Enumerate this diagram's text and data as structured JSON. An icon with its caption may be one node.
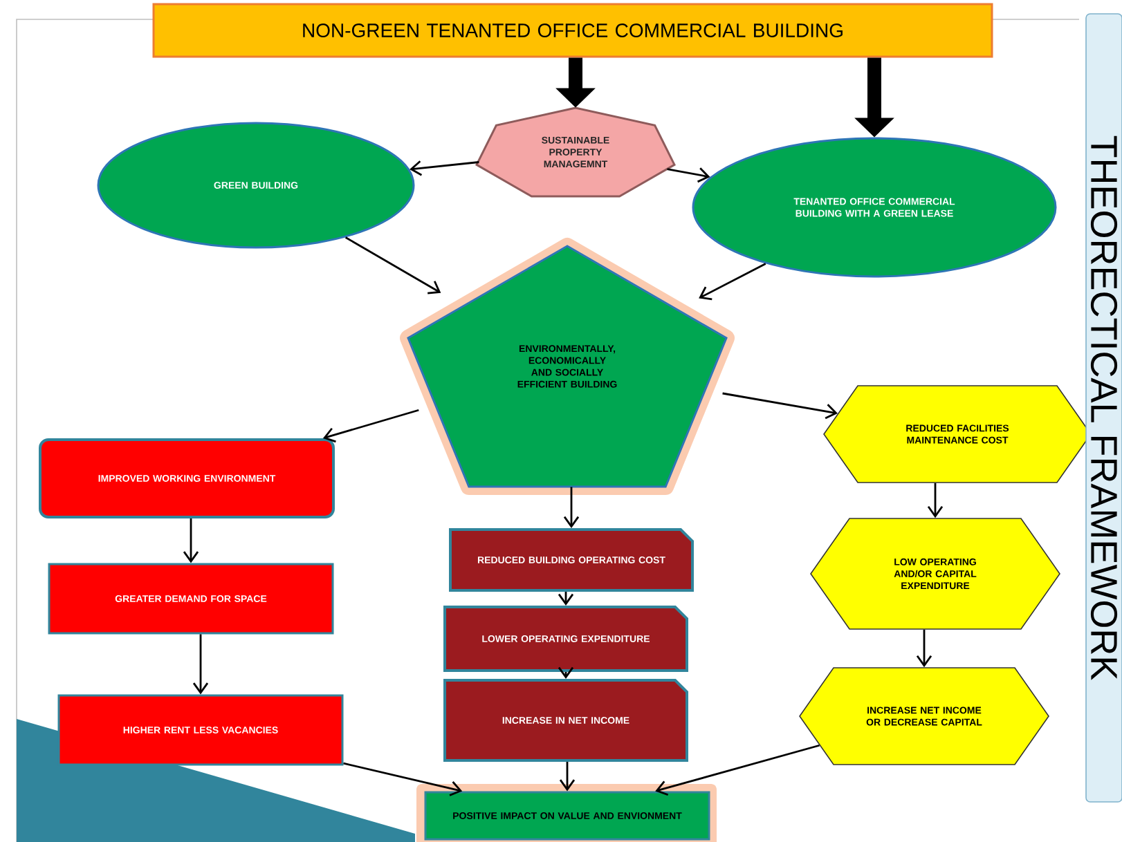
{
  "diagram": {
    "nodes": [
      {
        "text": [
          "NON-GREEN TENANTED OFFICE COMMERCIAL BUILDING"
        ]
      },
      {
        "text": [
          "SUSTAINABLE PROPERTY MANAGEMNT"
        ]
      },
      {
        "text": [
          "GREEN BUILDING"
        ]
      },
      {
        "text": [
          "TENANTED OFFICE COMMERCIAL BUILDING WITH A GREEN LEASE"
        ]
      },
      {
        "text": [
          "ENVIRONMENTALLY, ECONOMICALLY AND SOCIALLY EFFICIENT BUILDING"
        ]
      },
      {
        "text": [
          "IMPROVED WORKING ENVIRONMENT"
        ]
      },
      {
        "text": [
          "GREATER DEMAND FOR SPACE"
        ]
      },
      {
        "text": [
          "HIGHER RENT LESS VACANCIES"
        ]
      },
      {
        "text": [
          "REDUCED BUILDING OPERATING COST"
        ]
      },
      {
        "text": [
          "LOWER OPERATING EXPENDITURE"
        ]
      },
      {
        "text": [
          "INCREASE IN NET INCOME"
        ]
      },
      {
        "text": [
          "REDUCED FACILITIES MAINTENANCE COST"
        ]
      },
      {
        "text": [
          "LOW OPERATING AND/OR CAPITAL EXPENDITURE"
        ]
      },
      {
        "text": [
          "INCREASE NET INCOME OR DECREASE CAPITAL"
        ]
      },
      {
        "text": [
          "POSITIVE IMPACT ON VALUE AND ENVIONMENT"
        ]
      },
      {
        "text": [
          "THEORECTICAL FRAMEWORK"
        ]
      }
    ],
    "edges": [
      {
        "from": 0,
        "to": 1,
        "arrow": "to",
        "style": "thick"
      },
      {
        "from": 0,
        "to": 3,
        "arrow": "to",
        "style": "thick"
      },
      {
        "from": 1,
        "to": 2,
        "arrow": "to"
      },
      {
        "from": 1,
        "to": 3,
        "arrow": "to"
      },
      {
        "from": 2,
        "to": 4,
        "arrow": "to"
      },
      {
        "from": 3,
        "to": 4,
        "arrow": "to"
      },
      {
        "from": 4,
        "to": 5,
        "arrow": "to"
      },
      {
        "from": 4,
        "to": 8,
        "arrow": "to"
      },
      {
        "from": 4,
        "to": 11,
        "arrow": "to"
      },
      {
        "from": 5,
        "to": 6,
        "arrow": "to"
      },
      {
        "from": 6,
        "to": 7,
        "arrow": "to"
      },
      {
        "from": 7,
        "to": 14,
        "arrow": "to"
      },
      {
        "from": 8,
        "to": 9,
        "arrow": "to"
      },
      {
        "from": 9,
        "to": 10,
        "arrow": "to"
      },
      {
        "from": 10,
        "to": 14,
        "arrow": "to"
      },
      {
        "from": 11,
        "to": 12,
        "arrow": "to"
      },
      {
        "from": 12,
        "to": 13,
        "arrow": "to"
      },
      {
        "from": 13,
        "to": 14,
        "arrow": "to"
      }
    ]
  }
}
